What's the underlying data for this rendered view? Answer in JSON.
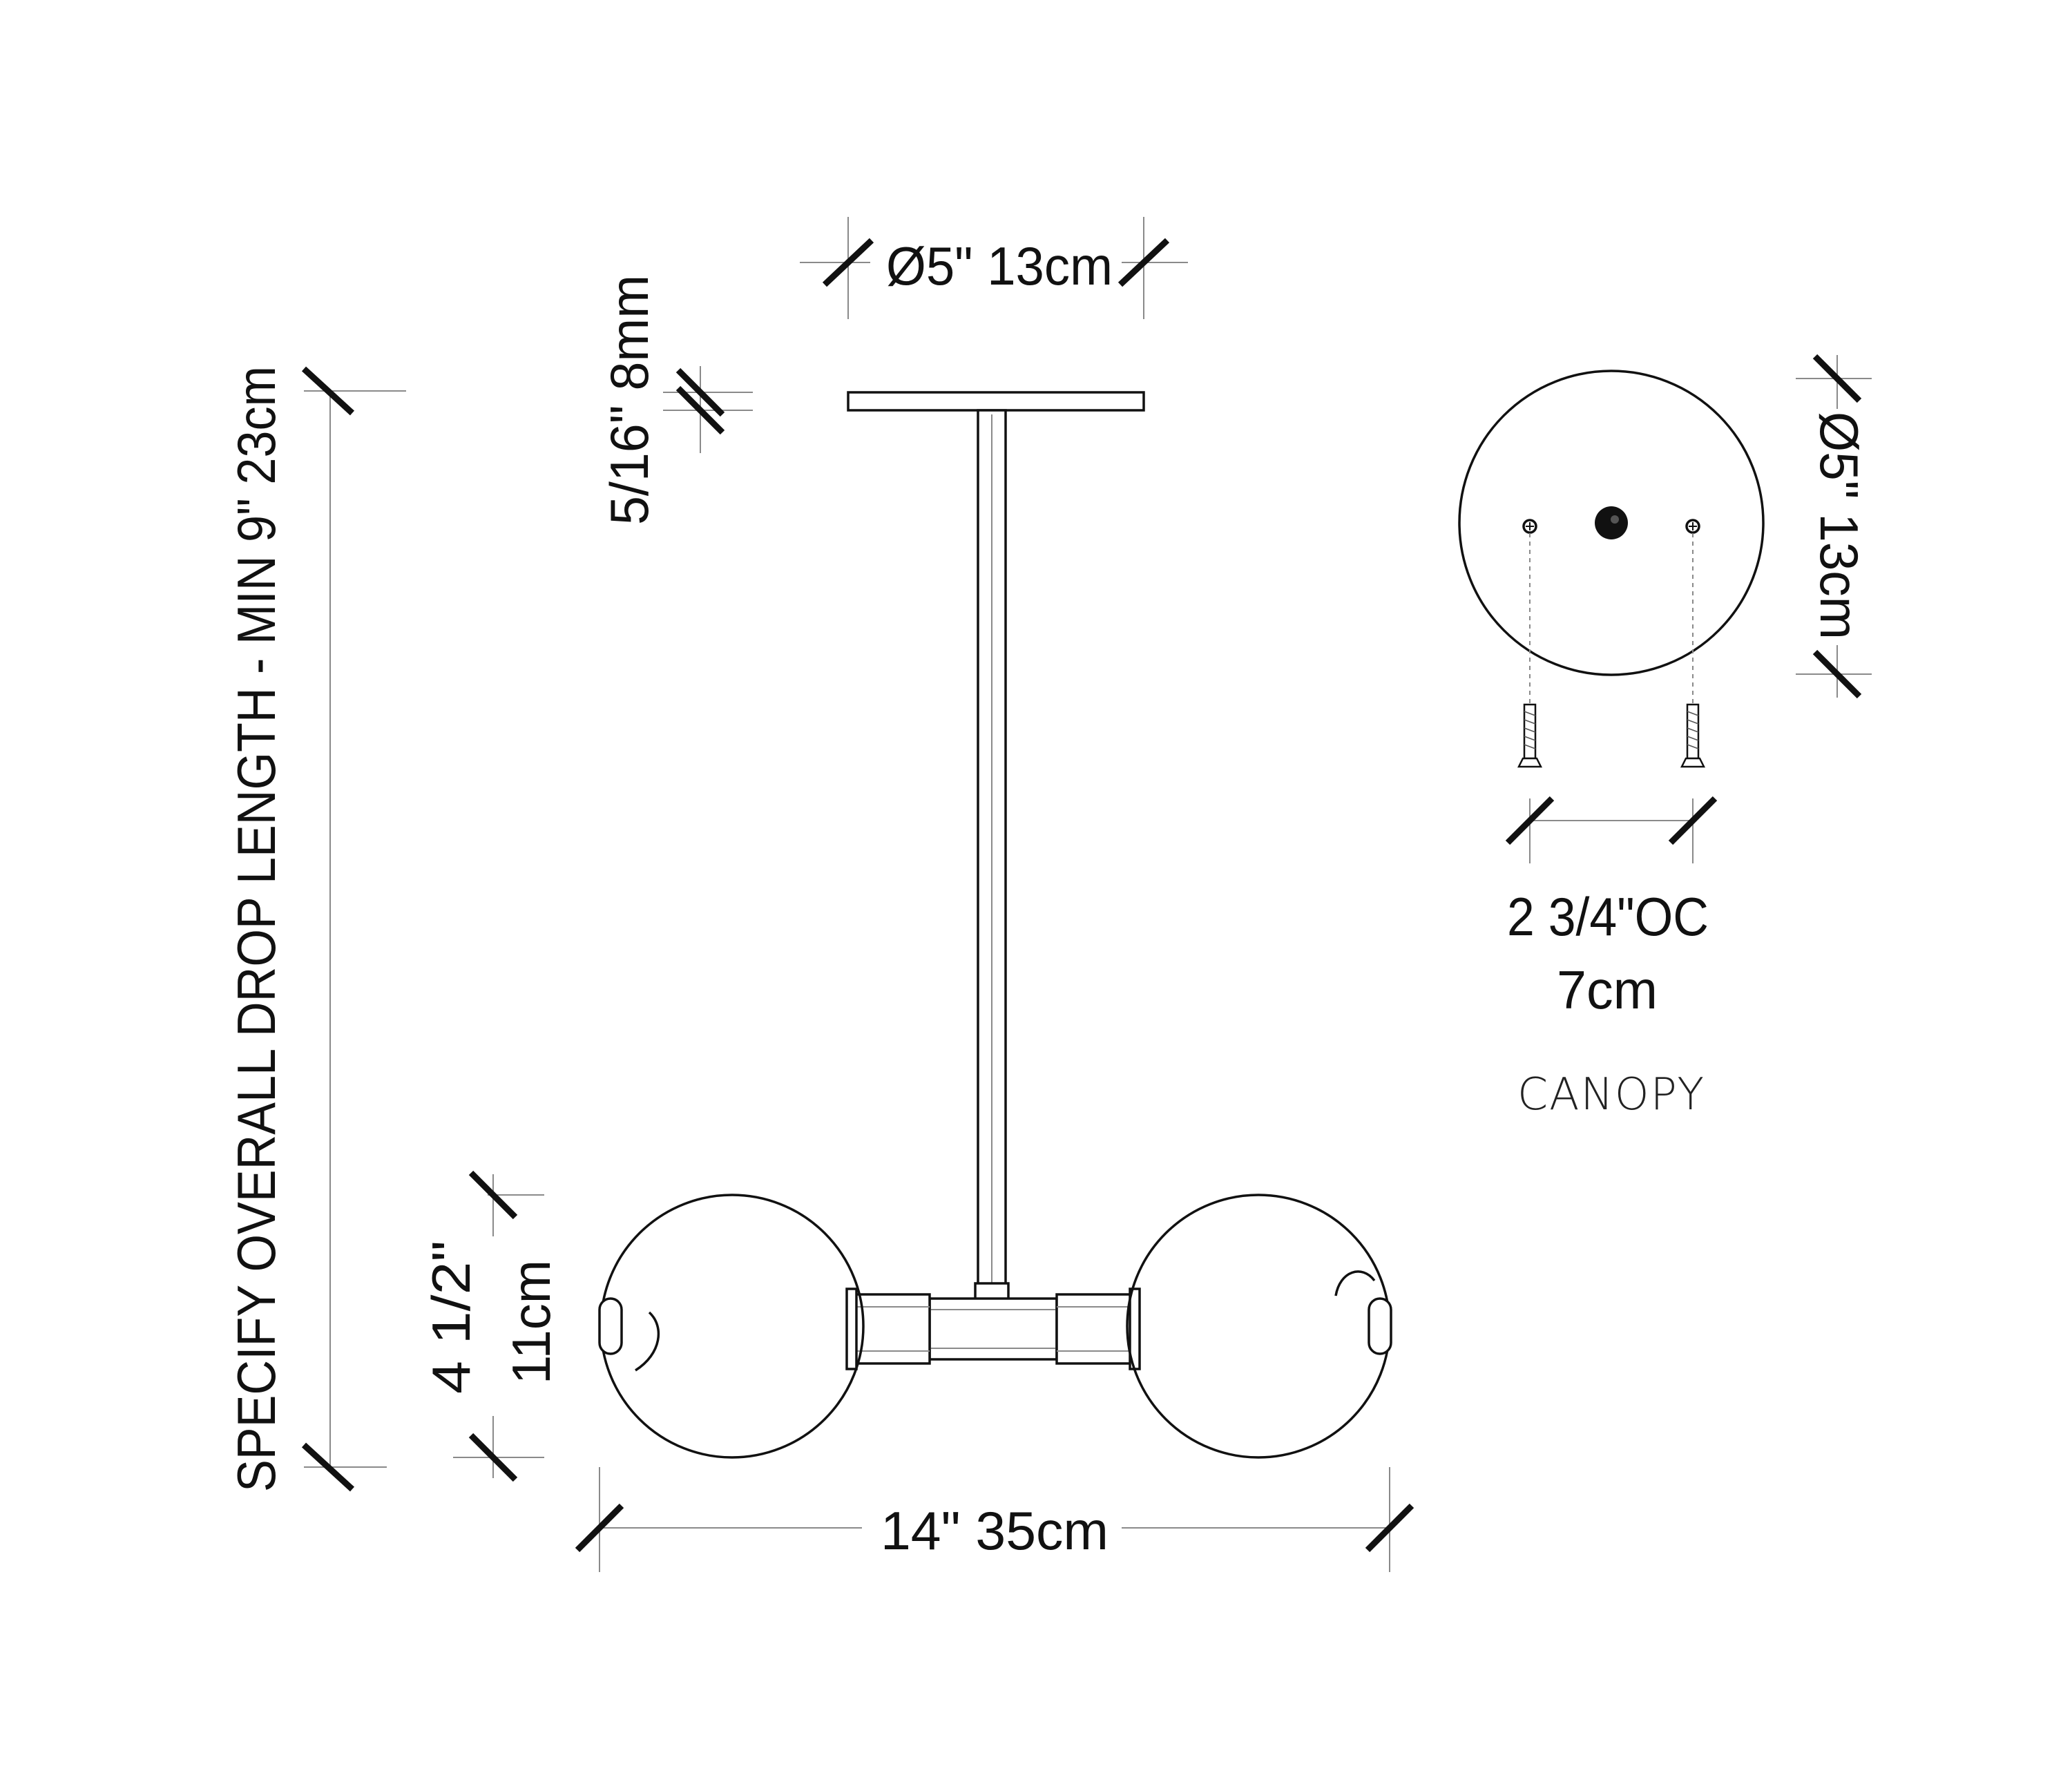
{
  "labels": {
    "overall_drop": "SPECIFY OVERALL DROP LENGTH - MIN 9\" 23cm",
    "canopy_diameter": "Ø5\" 13cm",
    "canopy_thickness": "5/16\" 8mm",
    "globe_height_in": "4 1/2\"",
    "globe_height_cm": "11cm",
    "overall_width": "14\" 35cm",
    "canopy_side_diameter": "Ø5\" 13cm",
    "screw_spacing_in": "2 3/4\"OC",
    "screw_spacing_cm": "7cm",
    "canopy_caption": "CANOPY"
  },
  "colors": {
    "line": "#111111",
    "leader": "#8a8a8a",
    "background": "#ffffff"
  }
}
